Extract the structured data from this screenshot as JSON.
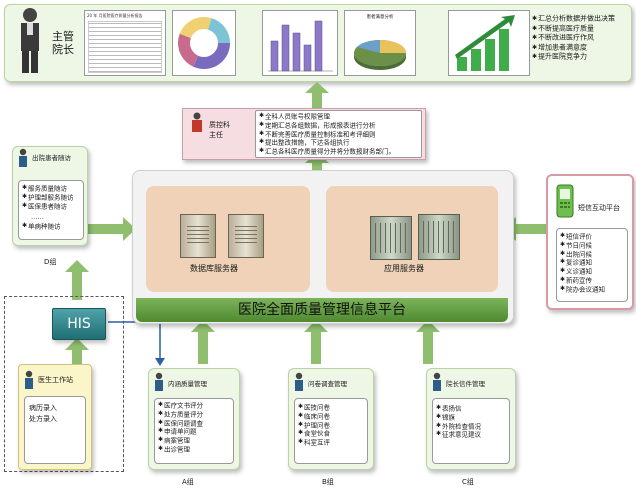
{
  "top": {
    "director_label": "主管\n院长",
    "report_title": "20 年 月医院医疗质量分析报告",
    "chart3d_title": "患者满意分析",
    "bullets": [
      "汇总分析数据并做出决策",
      "不断提高医疗质量",
      "不断改进医疗作风",
      "增加患者满意度",
      "提升医院竞争力"
    ]
  },
  "qc": {
    "title": "质控科\n主任",
    "items": [
      "全科人员账号权限管理",
      "定期汇总各组数据，形成报表进行分析",
      "不断完善医疗质量控制标准和考评细则",
      "提出整改措施，下达各组执行",
      "汇总各科医疗质量得分并将分数报财务部门。"
    ]
  },
  "d_group": {
    "header": "出院患者随访",
    "items": [
      "服务质量随访",
      "护理部服务随访",
      "医保患者随访"
    ],
    "dots": "……",
    "last": "单病种随访",
    "label": "D组"
  },
  "platform": {
    "db_label": "数据库服务器",
    "app_label": "应用服务器",
    "title": "医院全面质量管理信息平台"
  },
  "sms": {
    "header": "短信互动平台",
    "items": [
      "短信评价",
      "节日问候",
      "出院问候",
      "复诊通知",
      "义诊通知",
      "新药宣传",
      "院办会议通知"
    ]
  },
  "his": {
    "label": "HIS"
  },
  "doctor": {
    "header": "医生工作站",
    "items": [
      "病历录入",
      "处方录入"
    ]
  },
  "a_group": {
    "header": "内涵质量管理",
    "items": [
      "医疗文书评分",
      "处方质量评分",
      "医保问题调查",
      "申请单问题",
      "病案管理",
      "出诊管理"
    ],
    "label": "A组"
  },
  "b_group": {
    "header": "问卷调查管理",
    "items": [
      "医技问卷",
      "临床问卷",
      "护理问卷",
      "食堂伙食",
      "科室互评"
    ],
    "label": "B组"
  },
  "c_group": {
    "header": "院长信件管理",
    "items": [
      "表扬信",
      "锦旗",
      "外院检查情况",
      "征求意见建议"
    ],
    "label": "C组"
  },
  "colors": {
    "arrow": "#8fbe6e",
    "platform_bar": "#5f9a3d",
    "pink": "#f6dde2"
  }
}
